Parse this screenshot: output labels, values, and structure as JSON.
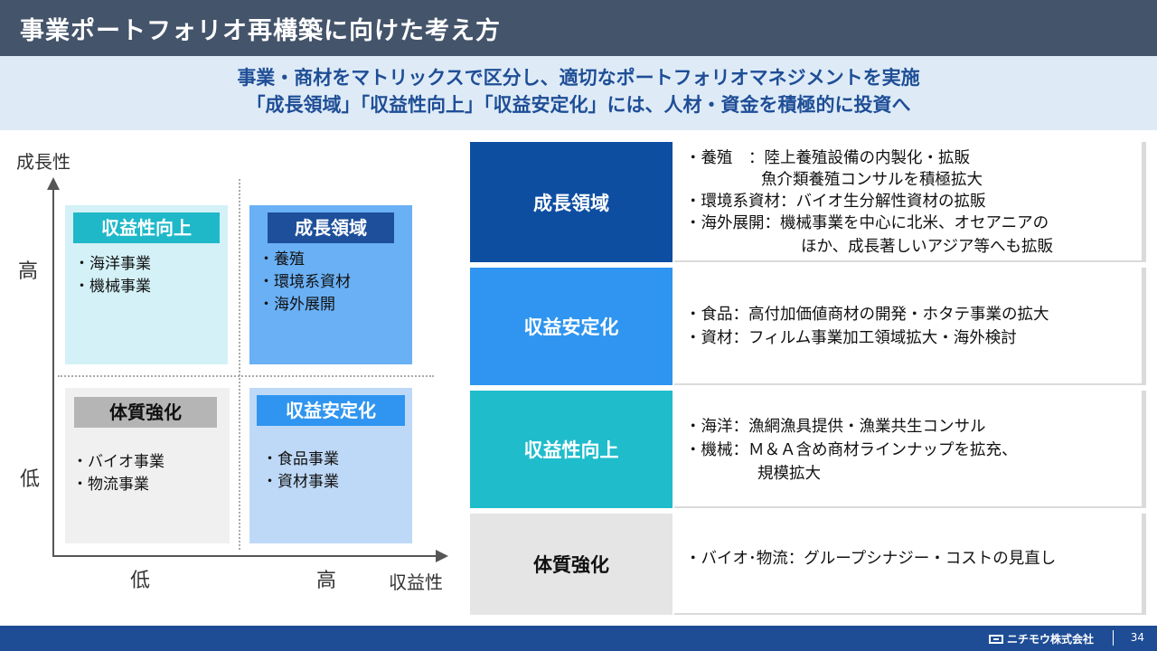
{
  "header": {
    "title": "事業ポートフォリオ再構築に向けた考え方"
  },
  "subtitle": {
    "line1": "事業・商材をマトリックスで区分し、適切なポートフォリオマネジメントを実施",
    "line2": "「成長領域」「収益性向上」「収益安定化」には、人材・資金を積極的に投資へ"
  },
  "matrix": {
    "y_axis_label": "成長性",
    "y_high": "高",
    "y_low": "低",
    "x_axis_label": "収益性",
    "x_low": "低",
    "x_high": "高",
    "quadrants": {
      "top_left": {
        "label": "収益性向上",
        "items": [
          "・海洋事業",
          "・機械事業"
        ]
      },
      "top_right": {
        "label": "成長領域",
        "items": [
          "・養殖",
          "・環境系資材",
          "・海外展開"
        ]
      },
      "bottom_left": {
        "label": "体質強化",
        "items": [
          "・バイオ事業",
          "・物流事業"
        ]
      },
      "bottom_right": {
        "label": "収益安定化",
        "items": [
          "・食品事業",
          "・資材事業"
        ]
      }
    }
  },
  "strategy_table": [
    {
      "category": "成長領域",
      "lines": [
        "・養殖　：陸上養殖設備の内製化・拡販",
        "魚介類養殖コンサルを積極拡大",
        "・環境系資材：バイオ生分解性資材の拡販",
        "・海外展開：機械事業を中心に北米、オセアニアの",
        "ほか、成長著しいアジア等へも拡販"
      ]
    },
    {
      "category": "収益安定化",
      "lines": [
        "・食品：高付加価値商材の開発・ホタテ事業の拡大",
        "・資材：フィルム事業加工領域拡大・海外検討"
      ]
    },
    {
      "category": "収益性向上",
      "lines": [
        "・海洋：漁網漁具提供・漁業共生コンサル",
        "・機械：Ｍ＆Ａ含め商材ラインナップを拡充、",
        "規模拡大"
      ]
    },
    {
      "category": "体質強化",
      "lines": [
        "・バイオ･物流：グループシナジー・コストの見直し"
      ]
    }
  ],
  "footer": {
    "company": "ニチモウ株式会社",
    "page_number": "34"
  }
}
